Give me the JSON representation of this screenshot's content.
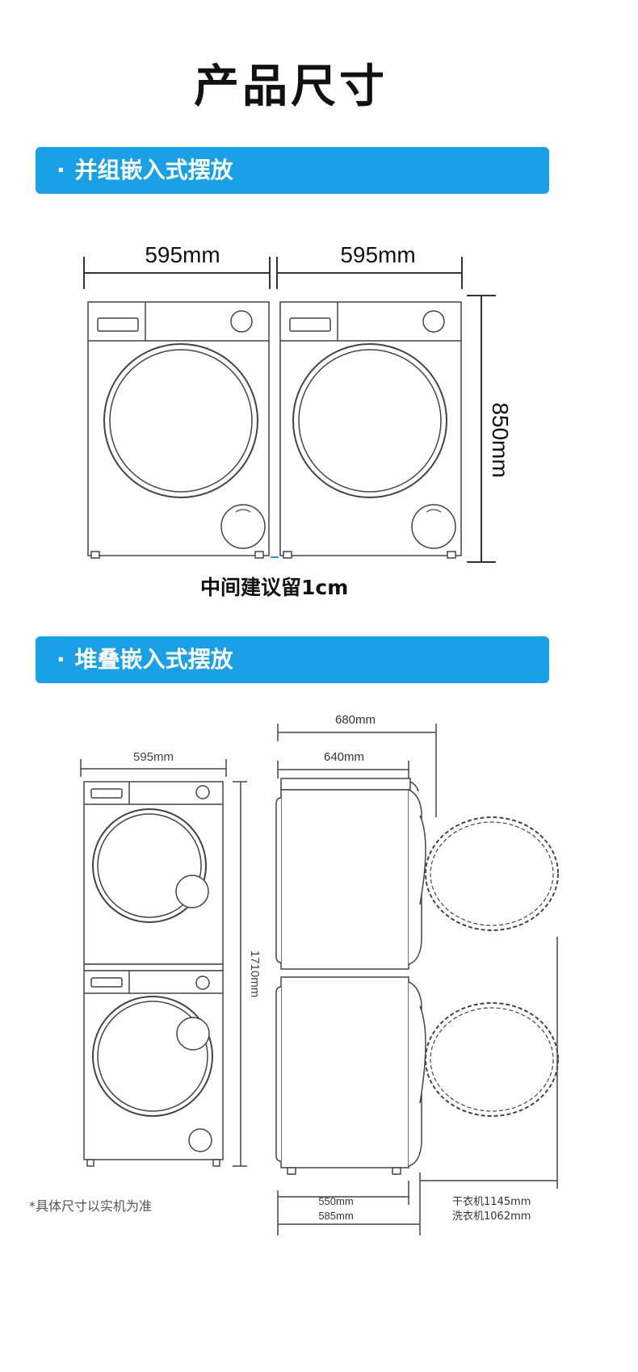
{
  "page_title": "产品尺寸",
  "sections": [
    {
      "bullet": "·",
      "label": "并组嵌入式摆放"
    },
    {
      "bullet": "·",
      "label": "堆叠嵌入式摆放"
    }
  ],
  "side_by_side": {
    "width_left": "595mm",
    "width_right": "595mm",
    "height": "850mm",
    "gap_note": "中间建议留1cm"
  },
  "stacked": {
    "front_width": "595mm",
    "total_height": "1710mm",
    "depth_outer": "680mm",
    "depth_inner": "640mm",
    "bottom_depth_1": "550mm",
    "bottom_depth_2": "585mm",
    "door_open_dryer": "干衣机1145mm",
    "door_open_washer": "洗衣机1062mm"
  },
  "footnote": "*具体尺寸以实机为准",
  "colors": {
    "banner": "#1aa0e6",
    "line": "#333333"
  }
}
